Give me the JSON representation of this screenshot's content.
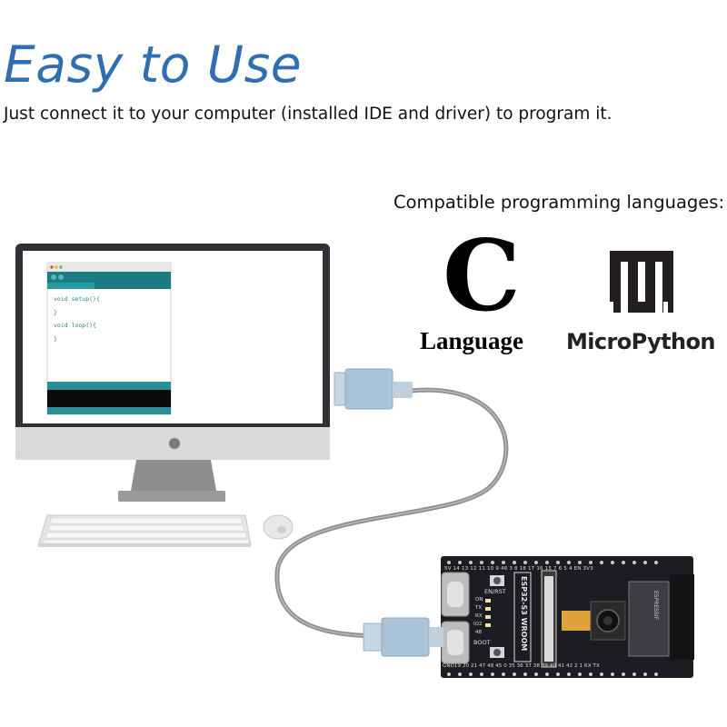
{
  "heading": {
    "title": "Easy to Use",
    "subtitle": "Just connect it to your computer (installed IDE and driver) to program it."
  },
  "languages": {
    "caption": "Compatible programming languages:",
    "c": {
      "letter": "C",
      "label": "Language"
    },
    "micropython": {
      "label": "MicroPython"
    }
  },
  "ide": {
    "line1": "void setup(){",
    "line2": "}",
    "line3": "void loop(){",
    "line4": "}"
  },
  "board": {
    "module_label": "ESP32-S3 WROOM",
    "brand": "ESPRESSIF",
    "top_pins": "5V 14 13 12 11 10 9 46 3 8 18 17 16 15 7 6 5 4 EN 3V3",
    "bottom_pins": "GND19 20 21 47 48 45 0 35 36 37 38 39 40 41 42 2 1 RX TX",
    "buttons": {
      "en": "EN/RST",
      "boot": "BOOT"
    },
    "leds": [
      "ON",
      "TX",
      "RX",
      "IO2",
      "48"
    ]
  },
  "colors": {
    "title": "#2f6fb1",
    "ide_teal": "#2a8f96",
    "monitor_frame": "#2e3136",
    "cable": "#8d8f92",
    "usb_connector": "#a9c4d8",
    "board": "#1b1d22"
  }
}
